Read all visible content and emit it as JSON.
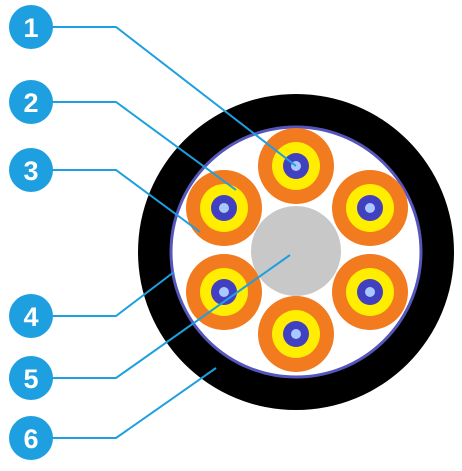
{
  "callouts": [
    {
      "number": "1",
      "part": "fiber-core"
    },
    {
      "number": "2",
      "part": "inner-coating"
    },
    {
      "number": "3",
      "part": "buffer-tube"
    },
    {
      "number": "4",
      "part": "inner-sheath"
    },
    {
      "number": "5",
      "part": "central-strength-member"
    },
    {
      "number": "6",
      "part": "outer-jacket"
    }
  ],
  "colors": {
    "badge": "#1e9fe0",
    "leader": "#1e9fe0",
    "jacket": "#000000",
    "inner_sheath": "#5555bb",
    "filler": "#ffffff",
    "buffer_tube": "#f27a1f",
    "coating": "#ffee00",
    "core_ring": "#4040c0",
    "core": "#a8c8ff",
    "strength_member": "#c8c8c8"
  }
}
